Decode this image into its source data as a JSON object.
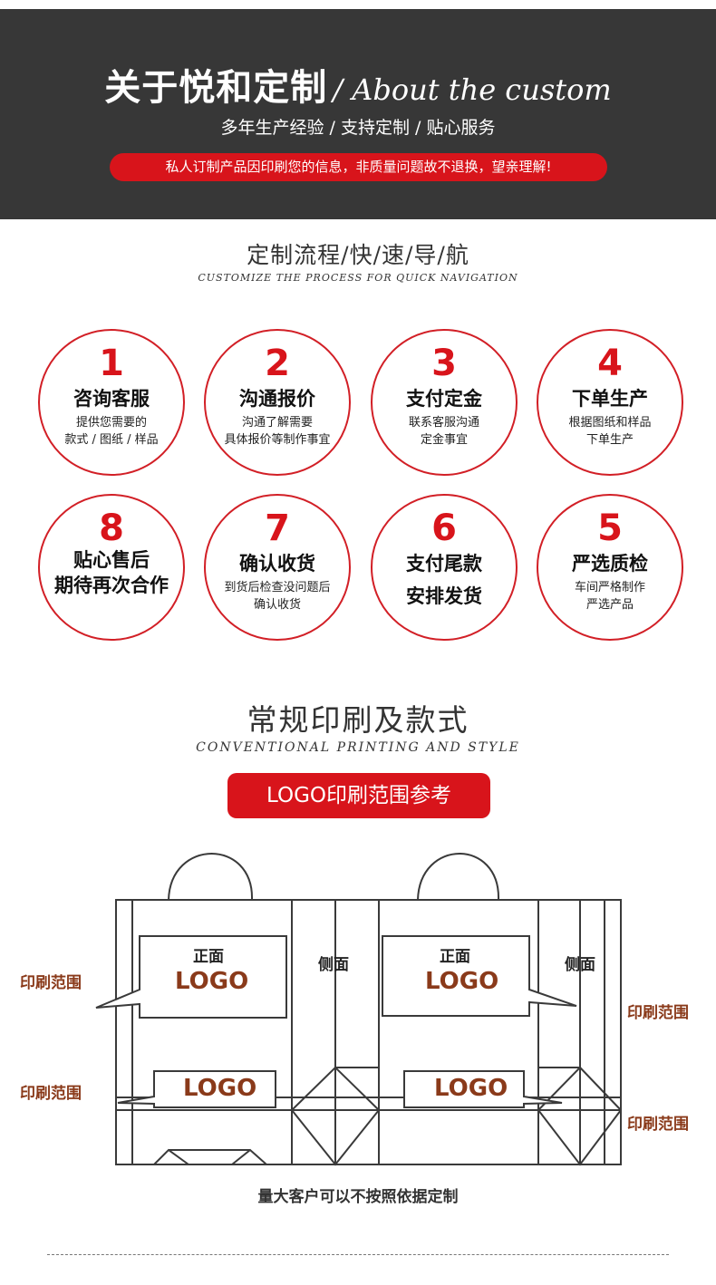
{
  "hero": {
    "title_cn": "关于悦和定制",
    "title_en": "/ About the custom",
    "subtitle": "多年生产经验 / 支持定制 / 贴心服务",
    "notice": "私人订制产品因印刷您的信息，非质量问题故不退换，望亲理解!"
  },
  "process": {
    "title": "定制流程/快/速/导/航",
    "subtitle": "CUSTOMIZE THE PROCESS FOR QUICK NAVIGATION",
    "steps": [
      {
        "num": "1",
        "title": "咨询客服",
        "desc1": "提供您需要的",
        "desc2": "款式 / 图纸 / 样品"
      },
      {
        "num": "2",
        "title": "沟通报价",
        "desc1": "沟通了解需要",
        "desc2": "具体报价等制作事宜"
      },
      {
        "num": "3",
        "title": "支付定金",
        "desc1": "联系客服沟通",
        "desc2": "定金事宜"
      },
      {
        "num": "4",
        "title": "下单生产",
        "desc1": "根据图纸和样品",
        "desc2": "下单生产"
      },
      {
        "num": "8",
        "title1": "贴心售后",
        "title2": "期待再次合作"
      },
      {
        "num": "7",
        "title": "确认收货",
        "desc1": "到货后检查没问题后",
        "desc2": "确认收货"
      },
      {
        "num": "6",
        "title1": "支付尾款",
        "title2": "安排发货"
      },
      {
        "num": "5",
        "title": "严选质检",
        "desc1": "车间严格制作",
        "desc2": "严选产品"
      }
    ]
  },
  "printing": {
    "title": "常规印刷及款式",
    "subtitle": "CONVENTIONAL PRINTING AND STYLE",
    "button": "LOGO印刷范围参考",
    "range_label": "印刷范围",
    "front_label": "正面",
    "side_label": "侧面",
    "logo_text": "LOGO",
    "footnote": "量大客户可以不按照依据定制"
  }
}
